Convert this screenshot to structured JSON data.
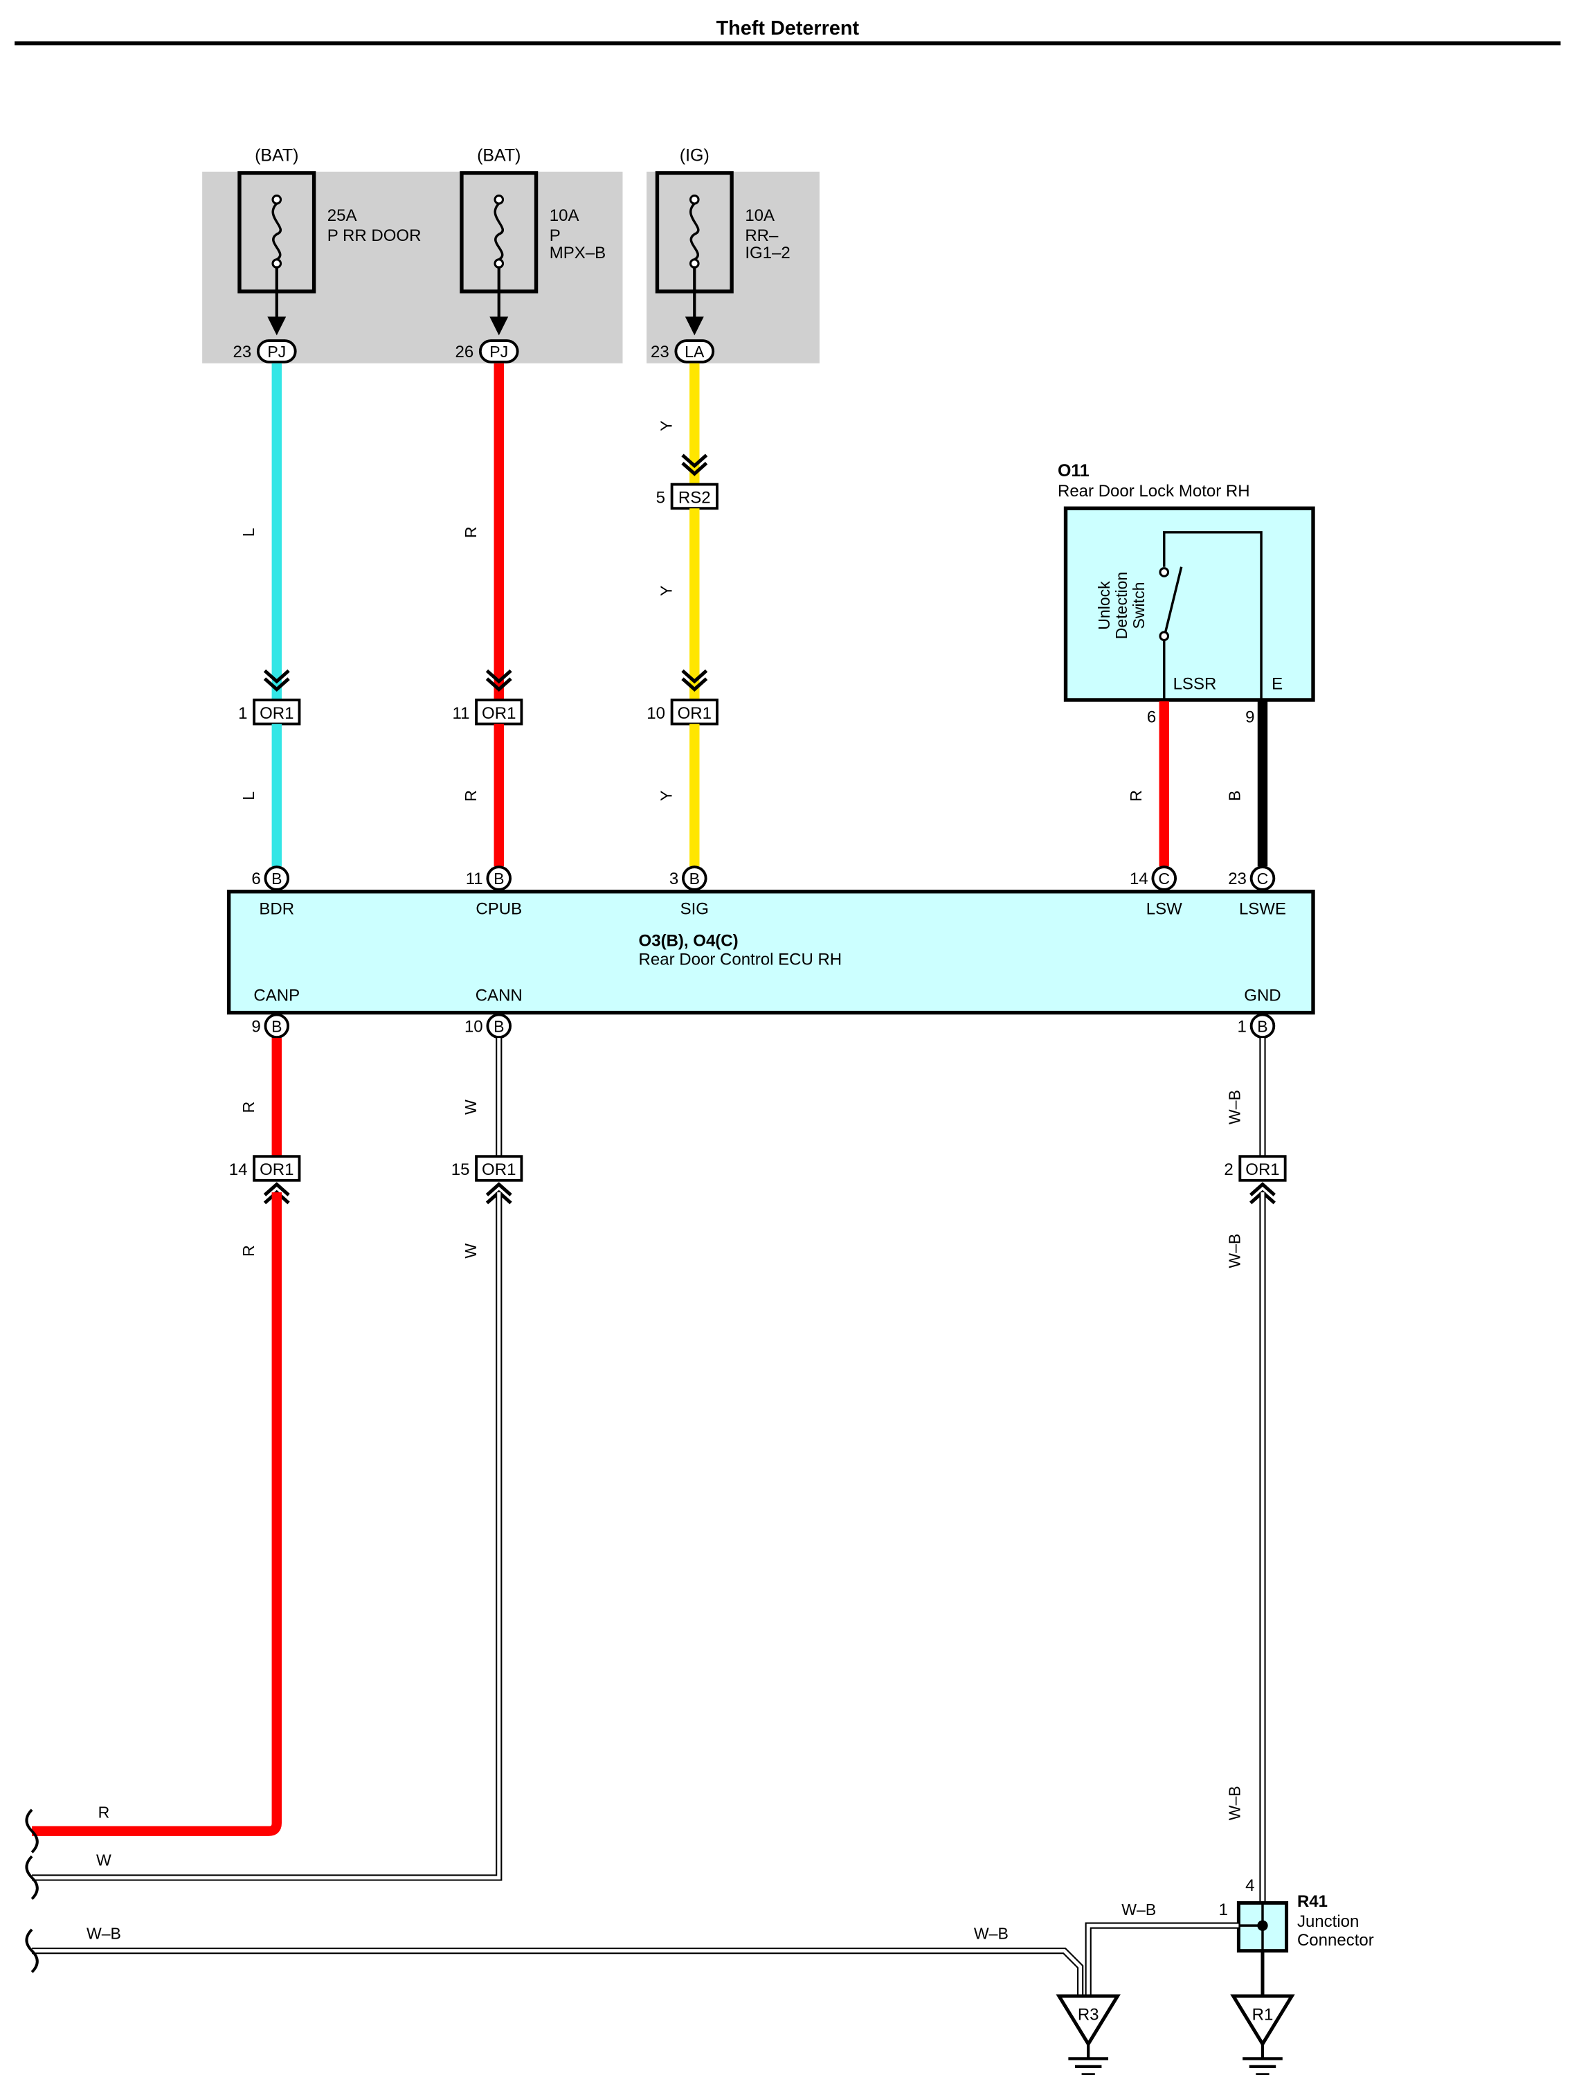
{
  "title": "Theft Deterrent",
  "fuses": [
    {
      "supply": "(BAT)",
      "rating": "25A",
      "name_lines": [
        "P RR DOOR"
      ],
      "pin": "23",
      "connector": "PJ"
    },
    {
      "supply": "(BAT)",
      "rating": "10A",
      "name_lines": [
        "P",
        "MPX–B"
      ],
      "pin": "26",
      "connector": "PJ"
    },
    {
      "supply": "(IG)",
      "rating": "10A",
      "name_lines": [
        "RR–",
        "IG1–2"
      ],
      "pin": "23",
      "connector": "LA"
    }
  ],
  "wire_colors": {
    "L": "#33e6e6",
    "R": "#ff0000",
    "Y": "#ffe600",
    "B": "#000000",
    "W": "#ffffff",
    "W-B": "#ffffff"
  },
  "wires": {
    "bdr_upper": "L",
    "bdr_lower": "L",
    "cpub_upper": "R",
    "cpub_lower": "R",
    "sig_top": "Y",
    "sig_mid": "Y",
    "sig_lower": "Y",
    "lsw": "R",
    "lswe": "B",
    "canp_upper": "R",
    "canp_lower": "R",
    "cann_upper": "W",
    "cann_lower": "W",
    "gnd_upper": "W–B",
    "gnd_lower": "W–B",
    "gnd_bottom": "W–B",
    "left_r": "R",
    "left_w": "W",
    "left_wb": "W–B",
    "wb_to_r3": "W–B",
    "wb_branch": "W–B"
  },
  "inline_connectors": {
    "rs2": {
      "pin": "5",
      "name": "RS2"
    },
    "or1_bdr": {
      "pin": "1",
      "name": "OR1"
    },
    "or1_cpub": {
      "pin": "11",
      "name": "OR1"
    },
    "or1_sig": {
      "pin": "10",
      "name": "OR1"
    },
    "or1_canp": {
      "pin": "14",
      "name": "OR1"
    },
    "or1_cann": {
      "pin": "15",
      "name": "OR1"
    },
    "or1_gnd": {
      "pin": "2",
      "name": "OR1"
    }
  },
  "motor": {
    "code": "O11",
    "name": "Rear Door Lock Motor RH",
    "switch_lines": [
      "Unlock",
      "Detection",
      "Switch"
    ],
    "terminals": [
      {
        "label": "LSSR",
        "pin": "6"
      },
      {
        "label": "E",
        "pin": "9"
      }
    ]
  },
  "ecu": {
    "code": "O3(B), O4(C)",
    "name": "Rear Door Control ECU RH",
    "top_terminals": [
      {
        "label": "BDR",
        "pin": "6",
        "connector": "B"
      },
      {
        "label": "CPUB",
        "pin": "11",
        "connector": "B"
      },
      {
        "label": "SIG",
        "pin": "3",
        "connector": "B"
      },
      {
        "label": "LSW",
        "pin": "14",
        "connector": "C"
      },
      {
        "label": "LSWE",
        "pin": "23",
        "connector": "C"
      }
    ],
    "bottom_terminals": [
      {
        "label": "CANP",
        "pin": "9",
        "connector": "B"
      },
      {
        "label": "CANN",
        "pin": "10",
        "connector": "B"
      },
      {
        "label": "GND",
        "pin": "1",
        "connector": "B"
      }
    ]
  },
  "junction": {
    "code": "R41",
    "name_lines": [
      "Junction",
      "Connector"
    ],
    "pin_top": "4",
    "pin_left": "1"
  },
  "grounds": [
    "R3",
    "R1"
  ]
}
